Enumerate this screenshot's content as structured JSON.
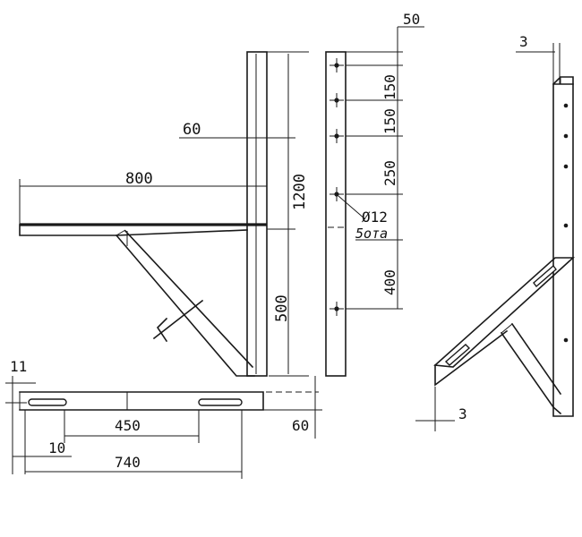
{
  "drawing": {
    "dim_800": "800",
    "dim_60_top": "60",
    "dim_1200": "1200",
    "dim_500": "500",
    "dim_50": "50",
    "dim_150_a": "150",
    "dim_150_b": "150",
    "dim_250": "250",
    "dim_400": "400",
    "hole_diameter": "Ø12",
    "note_label": "5ота",
    "dim_3_top": "3",
    "dim_3_bottom": "3",
    "dim_11": "11",
    "dim_450": "450",
    "dim_10": "10",
    "dim_740": "740",
    "dim_60_bottom": "60"
  }
}
